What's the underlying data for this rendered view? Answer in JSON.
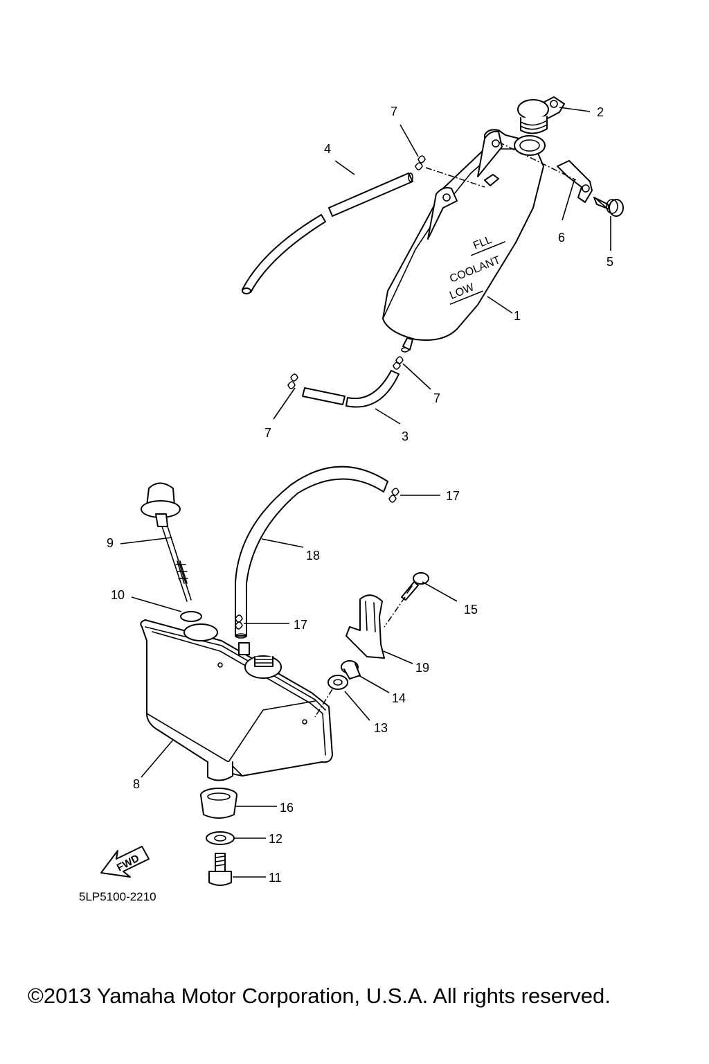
{
  "diagram": {
    "tank_markings": {
      "full": "FLL",
      "coolant": "COOLANT",
      "low": "LOW"
    },
    "fwd_arrow": "FWD",
    "part_code": "5LP5100-2210",
    "copyright": "©2013 Yamaha Motor Corporation, U.S.A. All rights reserved.",
    "callouts": {
      "c1": "1",
      "c2": "2",
      "c3": "3",
      "c4": "4",
      "c5": "5",
      "c6": "6",
      "c7a": "7",
      "c7b": "7",
      "c7c": "7",
      "c8": "8",
      "c9": "9",
      "c10": "10",
      "c11": "11",
      "c12": "12",
      "c13": "13",
      "c14": "14",
      "c15": "15",
      "c16": "16",
      "c17a": "17",
      "c17b": "17",
      "c18": "18",
      "c19": "19"
    }
  }
}
